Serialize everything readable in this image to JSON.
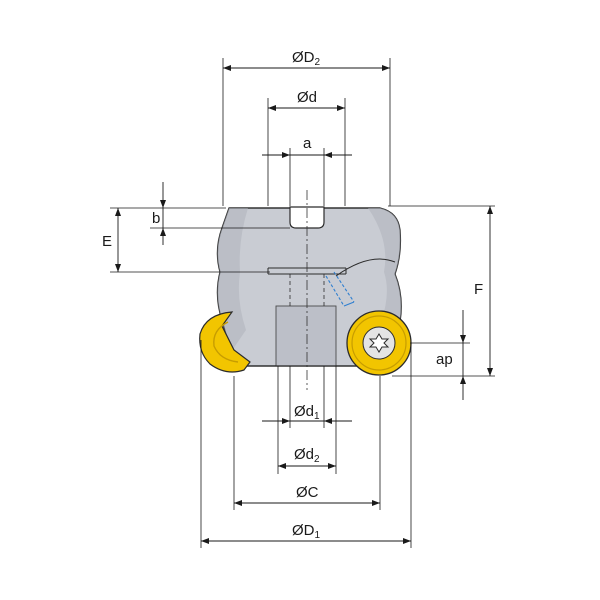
{
  "colors": {
    "body_fill": "#c9ccd3",
    "body_shade": "#aeb2bb",
    "body_outline": "#2b2b2b",
    "insert_fill": "#f2c500",
    "insert_edge": "#c79d00",
    "screw_fill": "#e4e4e4",
    "coolant_channel": "#2f7fd0",
    "dimension_lines": "#1a1a1a"
  },
  "icons": {
    "screw_head": "torx-screw-icon"
  },
  "labels": {
    "D2": {
      "main": "ØD",
      "sub": "2"
    },
    "d": {
      "main": "Ød",
      "sub": ""
    },
    "a": {
      "main": "a",
      "sub": ""
    },
    "b": {
      "main": "b",
      "sub": ""
    },
    "E": {
      "main": "E",
      "sub": ""
    },
    "F": {
      "main": "F",
      "sub": ""
    },
    "ap": {
      "main": "ap",
      "sub": ""
    },
    "d1": {
      "main": "Ød",
      "sub": "1"
    },
    "d2": {
      "main": "Ød",
      "sub": "2"
    },
    "C": {
      "main": "ØC",
      "sub": ""
    },
    "D1": {
      "main": "ØD",
      "sub": "1"
    }
  }
}
